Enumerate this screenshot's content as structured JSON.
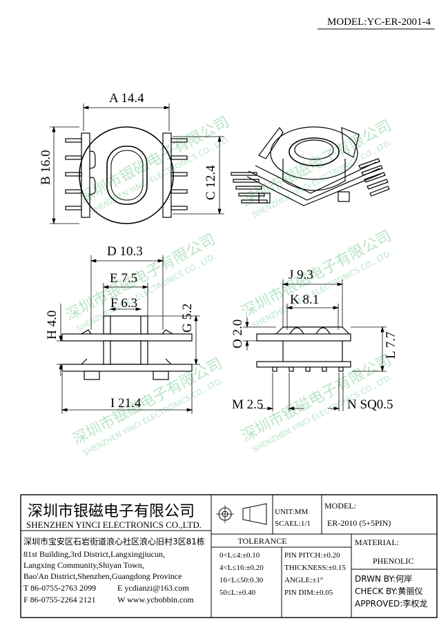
{
  "header": {
    "model": "MODEL:YC-ER-2001-4"
  },
  "dimensions": {
    "A": "A 14.4",
    "B": "B 16.0",
    "C": "C 12.4",
    "D": "D 10.3",
    "E": "E 7.5",
    "F": "F 6.3",
    "G": "G 5.2",
    "H": "H 4.0",
    "I": "I 21.4",
    "J": "J 9.3",
    "K": "K 8.1",
    "O": "O 2.0",
    "L": "L 7.7",
    "M": "M 2.5",
    "N": "N SQ0.5"
  },
  "watermark": {
    "cn": "深圳市银磁电子有限公司",
    "en": "SHENZHEN YINCI ELECTRONICS CO., LTD."
  },
  "company": {
    "name_cn": "深圳市银磁电子有限公司",
    "name_en": "SHENZHEN YINCI ELECTRONICS CO.,LTD.",
    "address_cn": "深圳市宝安区石岩街道浪心社区浪心旧村3区81栋",
    "address_1": "81st Building,3rd District,Langxingjiucun,",
    "address_2": "Langxing Community,Shiyan Town,",
    "address_3": "Bao'An District,Shenzhen,Guangdong Province",
    "tel": "T 86-0755-2763 2099",
    "email": "E ycdianzi@163.com",
    "fax": "F 86-0755-2264 2121",
    "web": "W www.ycbobbin.com"
  },
  "units": {
    "unit": "UNIT:MM",
    "scale": "SCAEL:1/1"
  },
  "model_block": {
    "label": "MODEL:",
    "value": "ER-2010 (5+5PIN)"
  },
  "tolerance": {
    "title": "TOLERANCE",
    "rows": [
      "0<L≤4:±0.10",
      "4<L≤16:±0.20",
      "16<L≤50:0.30",
      "50≤L:±0.40"
    ],
    "pins": [
      "PIN PITCH:±0.20",
      "THICKNESS:±0.15",
      "ANGLE:±1°",
      "PIN DIM:±0.05"
    ]
  },
  "material": {
    "label": "MATERIAL:",
    "value": "PHENOLIC"
  },
  "signoff": {
    "drawn": "DRWN BY:何岸",
    "check": "CHECK BY:黄丽仪",
    "approved": "APPROVED:李权龙"
  }
}
